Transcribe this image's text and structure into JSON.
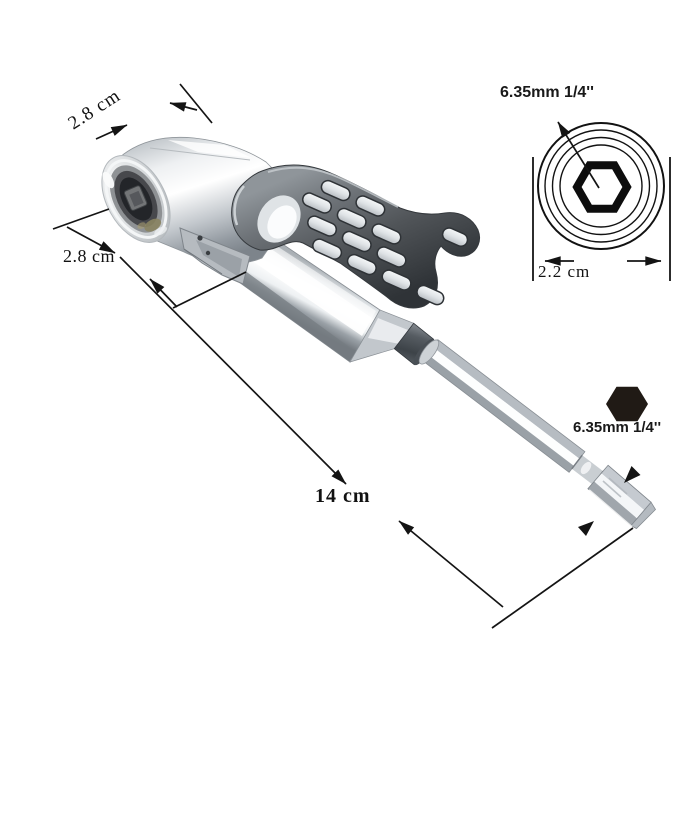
{
  "diagram_type": "product-dimension-diagram",
  "labels": {
    "head_length": "2.8 cm",
    "head_height": "2.8 cm",
    "total_length": "14 cm",
    "socket_outer_diameter": "2.2 cm",
    "socket_bore_size": "6.35mm 1/4''",
    "shank_size": "6.35mm 1/4''"
  },
  "icons": {
    "socket_cross_section": "concentric-circles-hex-socket-diagram",
    "shank_hex": "filled-hexagon-icon",
    "shank_pointers": "solid-triangle-arrowheads"
  },
  "colors": {
    "background": "#ffffff",
    "annotation_ink": "#141414",
    "hex_icon": "#201a15",
    "chrome_highlight": "#ffffff",
    "chrome_mid": "#b9bfc4",
    "chrome_shadow": "#70767c",
    "handle_metal": "#4e5257"
  }
}
